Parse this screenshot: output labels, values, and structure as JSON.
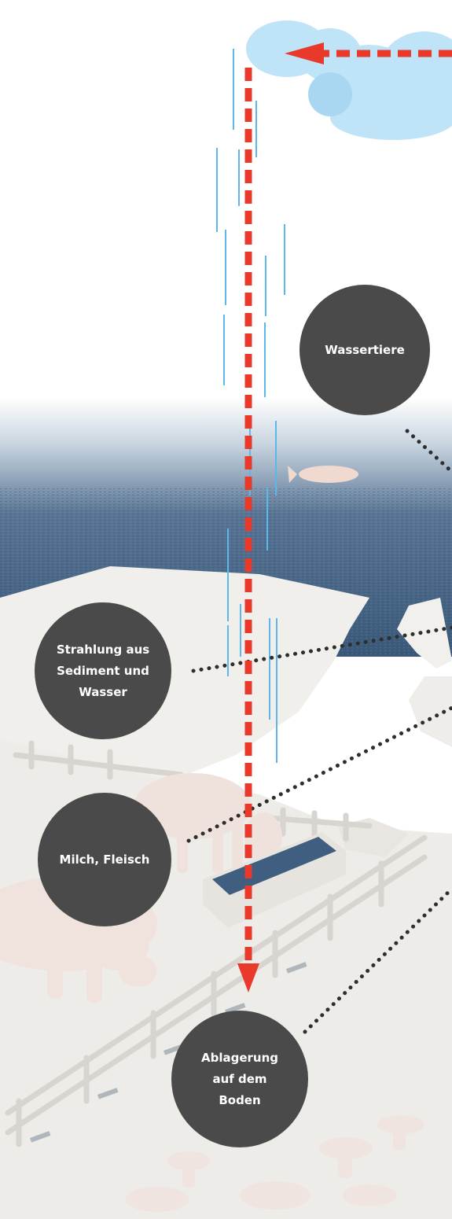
{
  "labels": {
    "aquatic_animals": "Wassertiere",
    "radiation": "Strahlung aus Sediment und Wasser",
    "milk_meat": "Milch, Fleisch",
    "ground_deposition": "Ablagerung auf dem Boden"
  },
  "colors": {
    "pathway_arrow": "#e8392b",
    "rain": "#5bb8e8",
    "cloud": "#bfe3f7",
    "label_circle": "#4a4a4a",
    "water": "#3d5f80",
    "ground": "#eeece8"
  }
}
